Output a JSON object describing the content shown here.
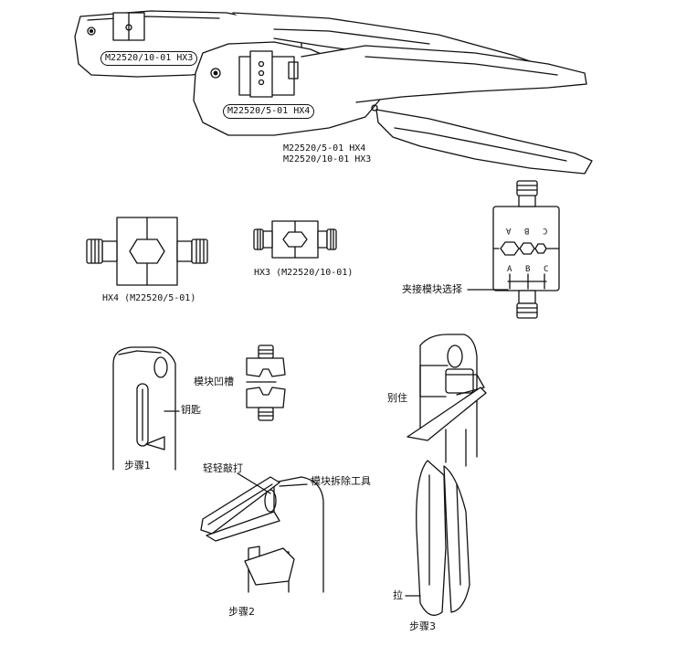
{
  "tool_top": {
    "badge_back": "M22520/10-01 HX3",
    "badge_front": "M22520/5-01 HX4",
    "caption_line1": "M22520/5-01 HX4",
    "caption_line2": "M22520/10-01 HX3"
  },
  "dies": {
    "hx4_caption": "HX4 (M22520/5-01)",
    "hx3_caption": "HX3 (M22520/10-01)",
    "die_letters_top": [
      "A",
      "B",
      "C"
    ],
    "die_letters_bottom": [
      "A",
      "B",
      "C"
    ],
    "select_label": "夹接模块选择"
  },
  "steps": {
    "step1_key_label": "钥匙",
    "step1_caption": "步骤1",
    "groove_label": "模块凹槽",
    "tap_label": "轻轻敲打",
    "removal_tool_label": "模块拆除工具",
    "step2_caption": "步骤2",
    "latch_label": "别住",
    "pull_label": "拉",
    "step3_caption": "步骤3"
  }
}
